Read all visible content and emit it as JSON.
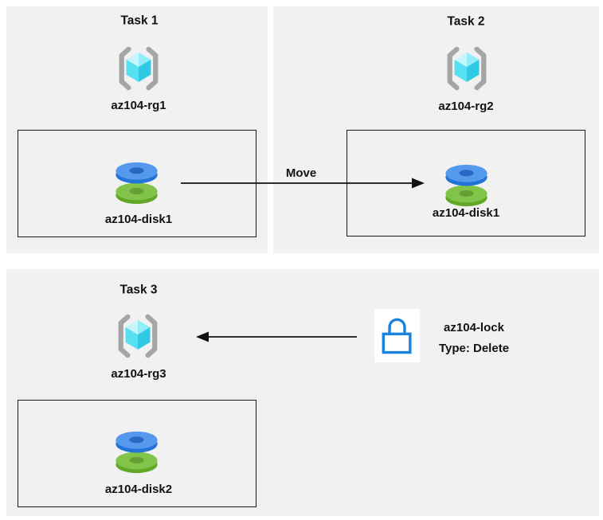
{
  "theme": {
    "canvas_bg": "#ffffff",
    "panel_bg": "#f1f1f2",
    "box_border": "#1a1a1a",
    "text_color": "#121212",
    "arrow_color": "#111111",
    "bracket_gray": "#a5a5a5",
    "cube_top_left": "#c6f5fb",
    "cube_top_right": "#8feef9",
    "cube_face_left": "#57dff2",
    "cube_face_right": "#2fc9e3",
    "disk_blue_top": "#5599ec",
    "disk_blue_rim": "#2273d8",
    "disk_blue_hole": "#2a66c4",
    "disk_green_top": "#82c44a",
    "disk_green_rim": "#63a727",
    "disk_green_hole": "#679f35",
    "lock_blue": "#1b82dd",
    "lock_bg": "#ffffff"
  },
  "panels": {
    "task1": {
      "title": "Task 1",
      "resource_group": "az104-rg1",
      "disk": "az104-disk1"
    },
    "task2": {
      "title": "Task 2",
      "resource_group": "az104-rg2",
      "disk": "az104-disk1"
    },
    "task3": {
      "title": "Task 3",
      "resource_group": "az104-rg3",
      "disk": "az104-disk2"
    }
  },
  "annotations": {
    "move_label": "Move",
    "lock_name": "az104-lock",
    "lock_type": "Type: Delete"
  }
}
